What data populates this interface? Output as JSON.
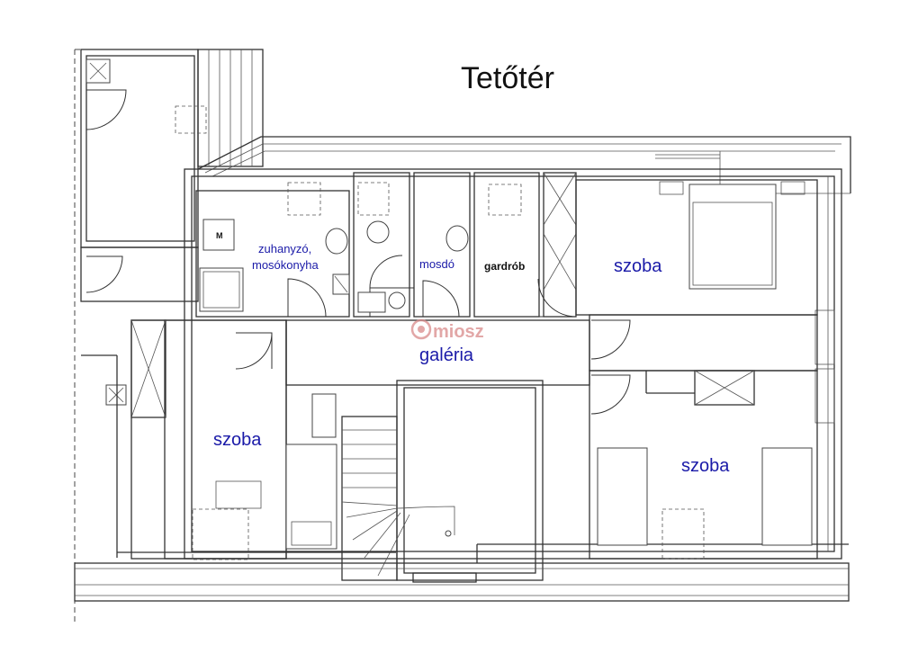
{
  "title": "Tetőtér",
  "rooms": {
    "shower_laundry_line1": "zuhanyzó,",
    "shower_laundry_line2": "mosókonyha",
    "washroom": "mosdó",
    "wardrobe": "gardrób",
    "room_top_right": "szoba",
    "gallery": "galéria",
    "room_left": "szoba",
    "room_bottom_right": "szoba"
  },
  "appliance_label": "M",
  "watermark": "miosz"
}
